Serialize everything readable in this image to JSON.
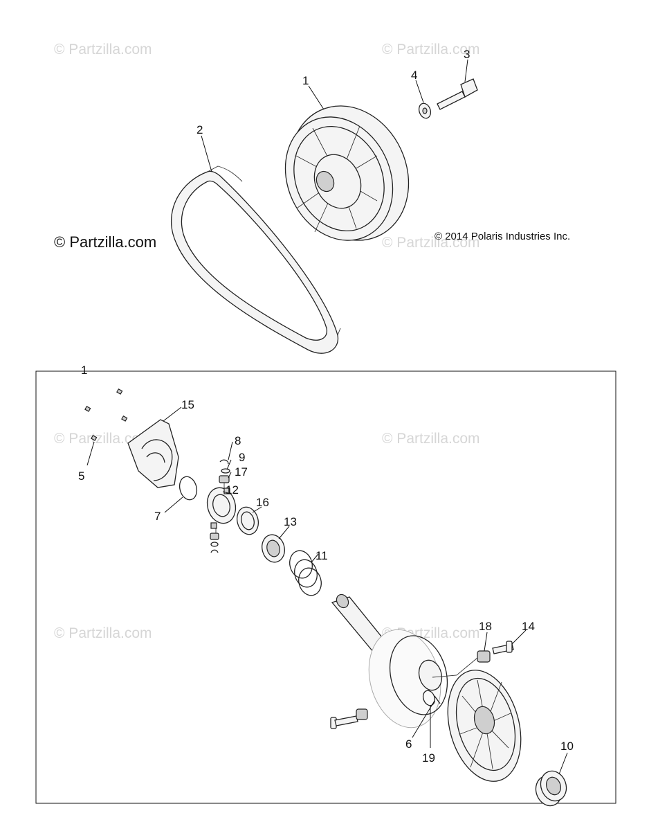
{
  "watermarks": {
    "strong": "© Partzilla.com",
    "faint": "© Partzilla.com"
  },
  "copyright": "© 2014 Polaris Industries Inc.",
  "callouts": {
    "c1_top": "1",
    "c2": "2",
    "c3": "3",
    "c4": "4",
    "c1_box": "1",
    "c15": "15",
    "c8": "8",
    "c9": "9",
    "c17": "17",
    "c5": "5",
    "c12": "12",
    "c7": "7",
    "c16": "16",
    "c13": "13",
    "c11": "11",
    "c18": "18",
    "c14": "14",
    "c6": "6",
    "c19": "19",
    "c10": "10"
  }
}
